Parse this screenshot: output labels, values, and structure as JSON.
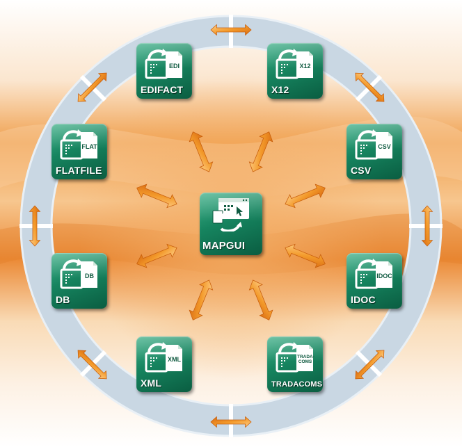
{
  "center": {
    "label": "MAPGUI",
    "icon": "map-gui-icon"
  },
  "formats": [
    {
      "id": "edifact",
      "label": "EDIFACT",
      "doc_tag": "EDI"
    },
    {
      "id": "x12",
      "label": "X12",
      "doc_tag": "X12"
    },
    {
      "id": "csv",
      "label": "CSV",
      "doc_tag": "CSV"
    },
    {
      "id": "idoc",
      "label": "IDOC",
      "doc_tag": "IDOC"
    },
    {
      "id": "tradacoms",
      "label": "TRADACOMS",
      "doc_tag": "TRADA-\nCOMS"
    },
    {
      "id": "xml",
      "label": "XML",
      "doc_tag": "XML"
    },
    {
      "id": "db",
      "label": "DB",
      "doc_tag": "DB"
    },
    {
      "id": "flatfile",
      "label": "FLATFILE",
      "doc_tag": "FLAT"
    }
  ],
  "colors": {
    "ring": "#c9d7e3",
    "tile_green": "#16845f",
    "arrow_orange": "#f08a1c",
    "background_sky": "#ffffff",
    "background_warm": "#f3a14a"
  }
}
